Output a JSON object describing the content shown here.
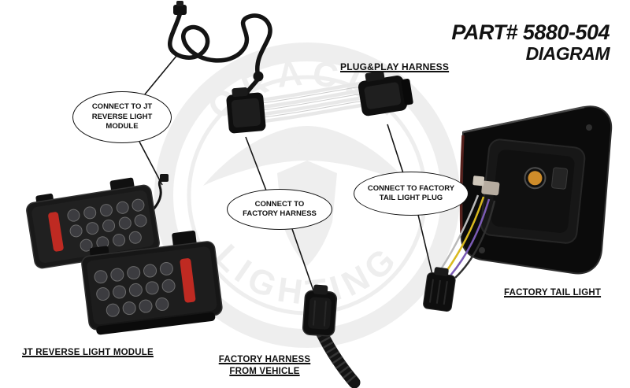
{
  "header": {
    "part_number": "PART# 5880-504",
    "diagram_label": "DIAGRAM"
  },
  "watermark": {
    "top_text": "ORACLE",
    "bottom_text": "LIGHTING"
  },
  "callouts": {
    "jt": "CONNECT TO JT REVERSE LIGHT MODULE",
    "factory_harness": "CONNECT TO FACTORY HARNESS",
    "tail_light_plug": "CONNECT TO FACTORY TAIL LIGHT PLUG"
  },
  "labels": {
    "harness": "PLUG&PLAY HARNESS",
    "jt_module": "JT REVERSE LIGHT MODULE",
    "factory_harness_line1": "FACTORY HARNESS",
    "factory_harness_line2": "FROM VEHICLE",
    "factory_tail_light": "FACTORY TAIL LIGHT"
  },
  "colors": {
    "reflector_red": "#bf2a22",
    "bulb_amber": "#ce8c2a",
    "wire_yellow": "#d9b91f",
    "wire_purple": "#7b5bb5"
  }
}
